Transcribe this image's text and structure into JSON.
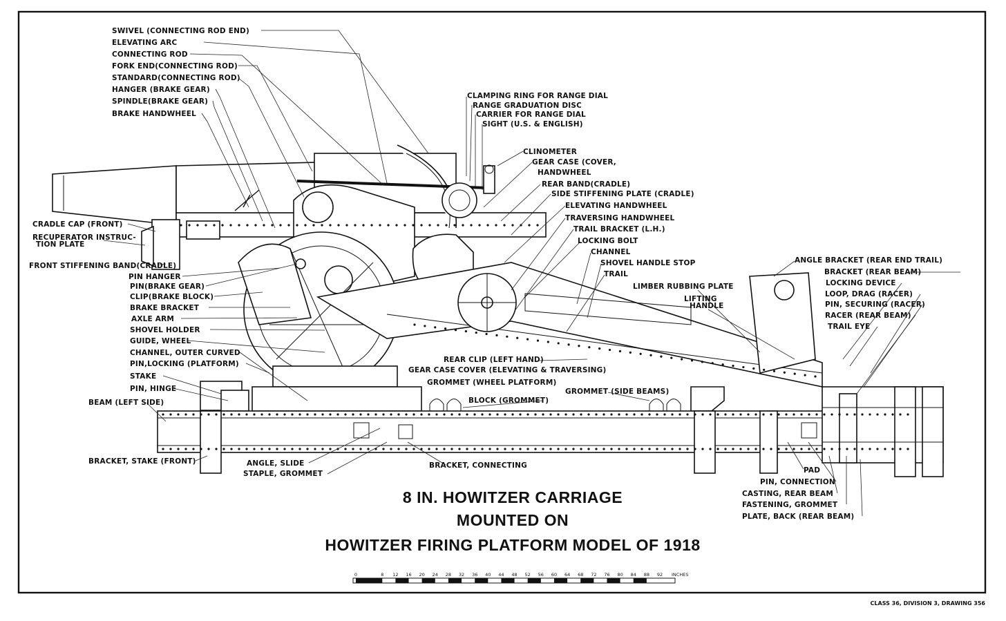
{
  "title": {
    "line1": "8 IN. HOWITZER CARRIAGE",
    "line2": "MOUNTED ON",
    "line3": "HOWITZER FIRING PLATFORM MODEL OF 1918"
  },
  "labels": {
    "swivel": "SWIVEL (CONNECTING ROD END)",
    "elevating_arc": "ELEVATING ARC",
    "connecting_rod": "CONNECTING ROD",
    "fork_end": "FORK END(CONNECTING ROD)",
    "standard": "STANDARD(CONNECTING ROD)",
    "hanger": "HANGER (BRAKE GEAR)",
    "spindle": "SPINDLE(BRAKE GEAR)",
    "brake_handwheel": "BRAKE HANDWHEEL",
    "cradle_cap": "CRADLE CAP (FRONT)",
    "recuperator_1": "RECUPERATOR INSTRUC-",
    "recuperator_2": "TION PLATE",
    "front_band": "FRONT STIFFENING BAND(CRADLE)",
    "pin_hanger": "PIN HANGER",
    "pin_brake": "PIN(BRAKE GEAR)",
    "clip_brake": "CLIP(BRAKE BLOCK)",
    "brake_bracket": "BRAKE BRACKET",
    "axle_arm": "AXLE ARM",
    "shovel_holder": "SHOVEL HOLDER",
    "guide_wheel": "GUIDE, WHEEL",
    "channel_outer": "CHANNEL, OUTER CURVED",
    "pin_locking": "PIN,LOCKING (PLATFORM)",
    "stake": "STAKE",
    "pin_hinge": "PIN, HINGE",
    "beam_left": "BEAM (LEFT SIDE)",
    "bracket_stake": "BRACKET, STAKE (FRONT)",
    "angle_slide": "ANGLE, SLIDE",
    "staple_grommet": "STAPLE, GROMMET",
    "clamping_ring": "CLAMPING RING FOR RANGE DIAL",
    "range_disc": "RANGE GRADUATION DISC",
    "carrier": "CARRIER FOR RANGE DIAL",
    "sight": "SIGHT (U.S. & ENGLISH)",
    "clinometer": "CLINOMETER",
    "gear_case_1": "GEAR CASE (COVER,",
    "gear_case_2": "HANDWHEEL",
    "rear_band": "REAR BAND(CRADLE)",
    "side_plate": "SIDE STIFFENING PLATE (CRADLE)",
    "elev_handwheel": "ELEVATING HANDWHEEL",
    "trav_handwheel": "TRAVERSING HANDWHEEL",
    "trail_bracket": "TRAIL BRACKET (L.H.)",
    "locking_bolt": "LOCKING BOLT",
    "channel": "CHANNEL",
    "shovel_stop": "SHOVEL HANDLE STOP",
    "trail": "TRAIL",
    "limber_plate": "LIMBER RUBBING PLATE",
    "lifting_1": "LIFTING",
    "lifting_2": "HANDLE",
    "rear_clip": "REAR CLIP (LEFT HAND)",
    "gear_case_cover": "GEAR CASE COVER (ELEVATING & TRAVERSING)",
    "grommet_wheel": "GROMMET (WHEEL PLATFORM)",
    "block_grommet": "BLOCK (GROMMET)",
    "grommet_side": "GROMMET (SIDE BEAMS)",
    "bracket_connecting": "BRACKET, CONNECTING",
    "angle_bracket": "ANGLE BRACKET (REAR END TRAIL)",
    "bracket_rear": "BRACKET (REAR BEAM)",
    "locking_device": "LOCKING DEVICE",
    "loop_drag": "LOOP, DRAG (RACER)",
    "pin_securing": "PIN, SECURING (RACER)",
    "racer": "RACER (REAR BEAM)",
    "trail_eye": "TRAIL EYE",
    "pad": "PAD",
    "pin_connection": "PIN, CONNECTION",
    "casting": "CASTING, REAR BEAM",
    "fastening": "FASTENING, GROMMET",
    "plate_back": "PLATE, BACK (REAR BEAM)"
  },
  "scale": {
    "ticks": [
      "0",
      "8",
      "12",
      "16",
      "20",
      "24",
      "28",
      "32",
      "36",
      "40",
      "44",
      "48",
      "52",
      "56",
      "60",
      "64",
      "68",
      "72",
      "76",
      "80",
      "84",
      "88",
      "92"
    ],
    "unit": "INCHES"
  },
  "footer": "CLASS 36, DIVISION 3, DRAWING 356"
}
